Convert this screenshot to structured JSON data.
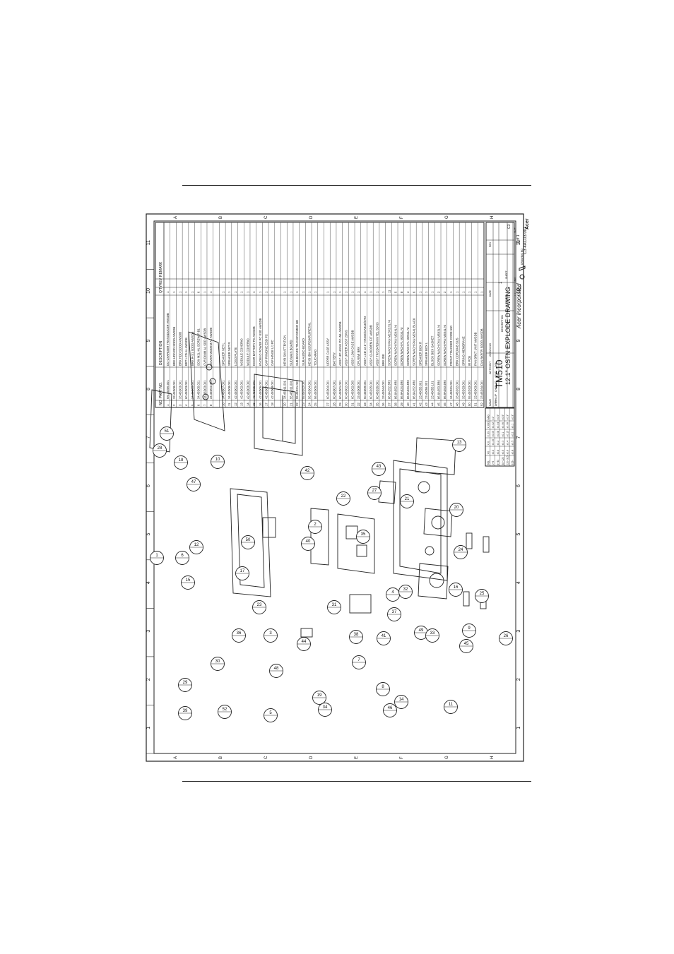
{
  "drawing": {
    "model": "TM510",
    "title": "12.1\" OSTN EXPLODE DRAWING",
    "company": "Acer Incorporated",
    "brand": "Acer",
    "rev": "1",
    "sheet": "1 of 1",
    "drawing_no": "C3 4AC03.001",
    "size": "C3"
  },
  "border": {
    "columns": [
      "1",
      "2",
      "3",
      "4",
      "5",
      "6",
      "7",
      "8",
      "9",
      "10",
      "11"
    ],
    "rows": [
      "A",
      "B",
      "C",
      "D",
      "E",
      "F",
      "G",
      "H"
    ]
  },
  "parts_header": [
    "NO",
    "PART NO.",
    "DESCRIPTION",
    "Q'TY",
    "REV",
    "REMARK"
  ],
  "parts": [
    {
      "no": "1",
      "pn": "6M.49206.001",
      "desc": "DC-CHARGER TRANSDUCER AWSDB",
      "qty": "1"
    },
    {
      "no": "2",
      "pn": "33.45D08.001",
      "desc": "BRK HDD RD SDDD AWSDB",
      "qty": "1"
    },
    {
      "no": "3",
      "pn": "33.45D03.001",
      "desc": "BRK HDD SDDD AWSDB",
      "qty": "1"
    },
    {
      "no": "4",
      "pn": "60.45D03.001",
      "desc": "BRT LCD AL AWSDB",
      "qty": "1"
    },
    {
      "no": "5",
      "pn": "34.45D05.001",
      "desc": "BRK R-S1 SDDD AWSDB",
      "qty": "1"
    },
    {
      "no": "6",
      "pn": "34.45D05.021",
      "desc": "SCW M2L-HL SCREW-F-B1",
      "qty": "6"
    },
    {
      "no": "7",
      "pn": "34.45D03.001",
      "desc": "CVR DIMM AL SDD AWSDB",
      "qty": "1"
    },
    {
      "no": "8",
      "pn": "34.45D04.001",
      "desc": "COVER MODEM AL AWSDB",
      "qty": "1"
    },
    {
      "no": "",
      "pn": "",
      "desc": "",
      "qty": ""
    },
    {
      "no": "10",
      "pn": "34.45D07.001",
      "desc": "SPEAKER NET L",
      "qty": "1"
    },
    {
      "no": "11",
      "pn": "34.45D08.001",
      "desc": "SPEAKER NET R",
      "qty": "1"
    },
    {
      "no": "12",
      "pn": "42.45D01.001",
      "desc": "LOGO PLATE",
      "qty": "1"
    },
    {
      "no": "13",
      "pn": "42.45D02.001",
      "desc": "MODULE COVER#0",
      "qty": "1"
    },
    {
      "no": "14",
      "pn": "42.45D03.002",
      "desc": "MODULE COVER#0",
      "qty": "1"
    },
    {
      "no": "15",
      "pn": "42.45D05.001",
      "desc": "DOOR BATTERY PC AWSDB",
      "qty": "1"
    },
    {
      "no": "16",
      "pn": "42.45D06.001",
      "desc": "KNOB IO POWER PC ESD AWSDB",
      "qty": "1"
    },
    {
      "no": "17",
      "pn": "42.45D07.001",
      "desc": "CAP PHMONE ESD PC",
      "qty": "1"
    },
    {
      "no": "18",
      "pn": "42.45D08.001",
      "desc": "CAP HINGE L/J PC",
      "qty": "1"
    },
    {
      "no": "",
      "pn": "",
      "desc": "",
      "qty": ""
    },
    {
      "no": "20",
      "pn": "34.45D11.001",
      "desc": "KEYB SW ATTENTION",
      "qty": "1"
    },
    {
      "no": "21",
      "pn": "55.45D11.001",
      "desc": "SUD MAIN BOARD",
      "qty": "1"
    },
    {
      "no": "22",
      "pn": "55.45D21.001",
      "desc": "SUB BOARD TRANSFORMER BD",
      "qty": "1"
    },
    {
      "no": "23",
      "pn": "55.45D22.001",
      "desc": "SUB AUDIO BOARD",
      "qty": "1"
    },
    {
      "no": "24",
      "pn": "56.45D04.001",
      "desc": "KEYB IBM US/JRS/KR/J/RETAIL",
      "qty": "1"
    },
    {
      "no": "25",
      "pn": "56.45D05.001",
      "desc": "TOUCHPAD",
      "qty": "1"
    },
    {
      "no": "",
      "pn": "",
      "desc": "",
      "qty": ""
    },
    {
      "no": "27",
      "pn": "60.45D04.001",
      "desc": "UPPER CASE ASSY",
      "qty": "1"
    },
    {
      "no": "28",
      "pn": "60.45D07.001",
      "desc": "BATTERY",
      "qty": "1"
    },
    {
      "no": "29",
      "pn": "60.45D01.001",
      "desc": "ASSY UP HSNG PC+ML AWSDB",
      "qty": "1"
    },
    {
      "no": "30",
      "pn": "60.45D02.001",
      "desc": "ASSY UPPER ASST 2DNS",
      "qty": "1"
    },
    {
      "no": "31",
      "pn": "60.45D02.003",
      "desc": "ASSY LOW CASE AWSDB",
      "qty": "1"
    },
    {
      "no": "32",
      "pn": "33.45D08.001",
      "desc": "CPU EMI BRK",
      "qty": "1"
    },
    {
      "no": "33",
      "pn": "60.45D09.001",
      "desc": "ASSY LCD 12.1\" HINGE/CABLE/STD",
      "qty": "1"
    },
    {
      "no": "34",
      "pn": "60.45D25.001",
      "desc": "ASSY IO-MODEM FIT AWSDB",
      "qty": "1"
    },
    {
      "no": "35",
      "pn": "60.45D26.001",
      "desc": "ASSY TP/CD-ROM INTEL SD 63",
      "qty": "1"
    },
    {
      "no": "36",
      "pn": "33.45D44.001",
      "desc": "BRK IDE",
      "qty": "1"
    },
    {
      "no": "37",
      "pn": "86.9A252.3R5",
      "desc": "SCREW MACH PAN M2.5X3.5L NI",
      "qty": "11"
    },
    {
      "no": "38",
      "pn": "86.9A552.4R0",
      "desc": "SCREW MACH PAN M2X4L NI",
      "qty": "5"
    },
    {
      "no": "39",
      "pn": "86.9A524.4R0",
      "desc": "SCREW MACH FL M2X4L NI",
      "qty": "8"
    },
    {
      "no": "40",
      "pn": "86.9A524.4R0",
      "desc": "SCREW MACH FL M2X4L NI",
      "qty": "4"
    },
    {
      "no": "41",
      "pn": "86.9A252.4R0",
      "desc": "SCREW MACH PAN M2X4L BLACK",
      "qty": "6"
    },
    {
      "no": "42",
      "pn": "23.40055.001",
      "desc": "SPEAKER BOX R",
      "qty": "1"
    },
    {
      "no": "43",
      "pn": "23.40056.001",
      "desc": "SPEAKER BOX L",
      "qty": "1"
    },
    {
      "no": "44",
      "pn": "23.40055.101",
      "desc": "BLOCK BOX GASKET",
      "qty": "1"
    },
    {
      "no": "45",
      "pn": "86.9A353.3R0",
      "desc": "SCREW MACH PAN M3X3L NI",
      "qty": "2"
    },
    {
      "no": "46",
      "pn": "86.9A353.4R0",
      "desc": "SCREW MACH PAN M3X4L NI",
      "qty": "2"
    },
    {
      "no": "47",
      "pn": "34.45D31.001",
      "desc": "FRONT TRACKER CORE 600",
      "qty": "1"
    },
    {
      "no": "48",
      "pn": "33.45D32.001",
      "desc": "BRK CDROM-B SUS",
      "qty": "1"
    },
    {
      "no": "49",
      "pn": "33.45D33.001",
      "desc": "SPRING-MEMBRANE",
      "qty": "1"
    },
    {
      "no": "50",
      "pn": "55.45D33.001",
      "desc": "IR PCB",
      "qty": "1"
    },
    {
      "no": "51",
      "pn": "23.45D03.001",
      "desc": "FAN BRKT UNIT AWSDB",
      "qty": "1"
    },
    {
      "no": "52",
      "pn": "23.45D34.001",
      "desc": "FAN BKRTR SDDD AWSDB",
      "qty": "1"
    }
  ],
  "title_block": {
    "labels": [
      "NAME",
      "DRN",
      "CHK",
      "APVD",
      "DSN",
      "DATE",
      "SCALE",
      "SHEET",
      "UNIT",
      "SIZE",
      "DRAWING NO",
      "DESCRIPTION",
      "REV"
    ],
    "values": [
      "PHILIP",
      "MAG",
      "ANTHONY",
      "2000/04/20",
      "1:1",
      "mm"
    ]
  },
  "tolerance": {
    "header": [
      "TOL",
      "XX",
      "X.X",
      "X.XX",
      "X.XXX",
      "ANG"
    ],
    "rows": [
      [
        "0~6",
        "±0.3",
        "±0.15",
        "±0.05",
        "±0.02",
        "±1°"
      ],
      [
        "6~30",
        "±0.4",
        "±0.2",
        "±0.08",
        "±0.04",
        "±0.5°"
      ],
      [
        "30~120",
        "±0.5",
        "±0.3",
        "±0.1",
        "±0.06",
        "±0.5°"
      ],
      [
        "120~315",
        "±0.6",
        "±0.4",
        "±0.15",
        "±0.08",
        "±0.3°"
      ],
      [
        "315~",
        "±0.8",
        "±0.5",
        "±0.2",
        "±0.1",
        "±0.3°"
      ]
    ]
  },
  "balloons": [
    "51",
    "28",
    "18",
    "1",
    "6",
    "47",
    "12",
    "15",
    "29",
    "39",
    "10",
    "50",
    "17",
    "36",
    "30",
    "23",
    "52",
    "5",
    "48",
    "3",
    "42",
    "2",
    "40",
    "44",
    "19",
    "34",
    "31",
    "22",
    "38",
    "7",
    "8",
    "35",
    "27",
    "43",
    "41",
    "4",
    "46",
    "37",
    "32",
    "21",
    "14",
    "49",
    "33",
    "11",
    "16",
    "24",
    "45",
    "9",
    "13",
    "20",
    "25",
    "26"
  ]
}
